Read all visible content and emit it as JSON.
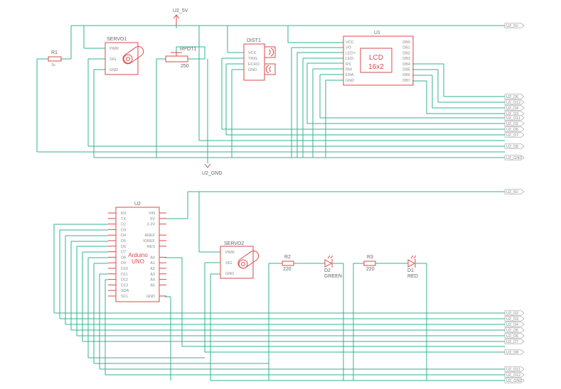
{
  "supply_top": "U2_5V",
  "supply_ground": "U2_GND",
  "parts": {
    "servo1": "SERVO1",
    "servo2": "SERVO2",
    "r1": "R1",
    "r1_val": "1k",
    "rpot": "RPOT1",
    "rpot_val": "250",
    "dist": "DIST1",
    "lcd": "U1",
    "lcd_label_1": "LCD",
    "lcd_label_2": "16x2",
    "uno": "U2",
    "uno_label_1": "Arduino",
    "uno_label_2": "UNO",
    "r2": "R2",
    "r2_val": "220",
    "r3": "R3",
    "r3_val": "220",
    "d2": "D2",
    "d2_val": "GREEN",
    "d1": "D1",
    "d1_val": "RED"
  },
  "pins": {
    "servo": [
      "PWR",
      "SIG",
      "GND"
    ],
    "dist": [
      "VCC",
      "TRIG",
      "ECHO",
      "GND"
    ],
    "lcd_left": [
      "VCC",
      "VO",
      "LED+",
      "LED-",
      "RS",
      "RW",
      "ENA",
      "GND"
    ],
    "lcd_right": [
      "DB0",
      "DB1",
      "DB2",
      "DB3",
      "DB4",
      "DB5",
      "DB6",
      "DB7"
    ],
    "uno_left": [
      "RX",
      "TX",
      "D2",
      "D3",
      "D4",
      "D5",
      "D6",
      "D7",
      "D8",
      "D9",
      "D10",
      "D11",
      "D12",
      "D13",
      "SDA",
      "SCL"
    ],
    "uno_right": [
      "VIN",
      "5V",
      "3.3V",
      "",
      "AREF",
      "IOREF",
      "RES",
      "",
      "A0",
      "A1",
      "A2",
      "A3",
      "A4",
      "A5",
      "",
      "GND"
    ]
  },
  "net_tags_top": [
    "U2_5V",
    "U2_D6",
    "U2_D12",
    "U2_D4",
    "U2_D3",
    "U2_D11",
    "U2_D2",
    "U2_D6",
    "U2_D7",
    "U2_D8",
    "U2_GND"
  ],
  "net_tags_bottom": [
    "U2_5V",
    "U2_D2",
    "U2_D3",
    "U2_D4",
    "U2_D5",
    "U2_D6",
    "U2_D7",
    "U2_D8",
    "U2_D11",
    "U2_D12",
    "U2_GND"
  ]
}
